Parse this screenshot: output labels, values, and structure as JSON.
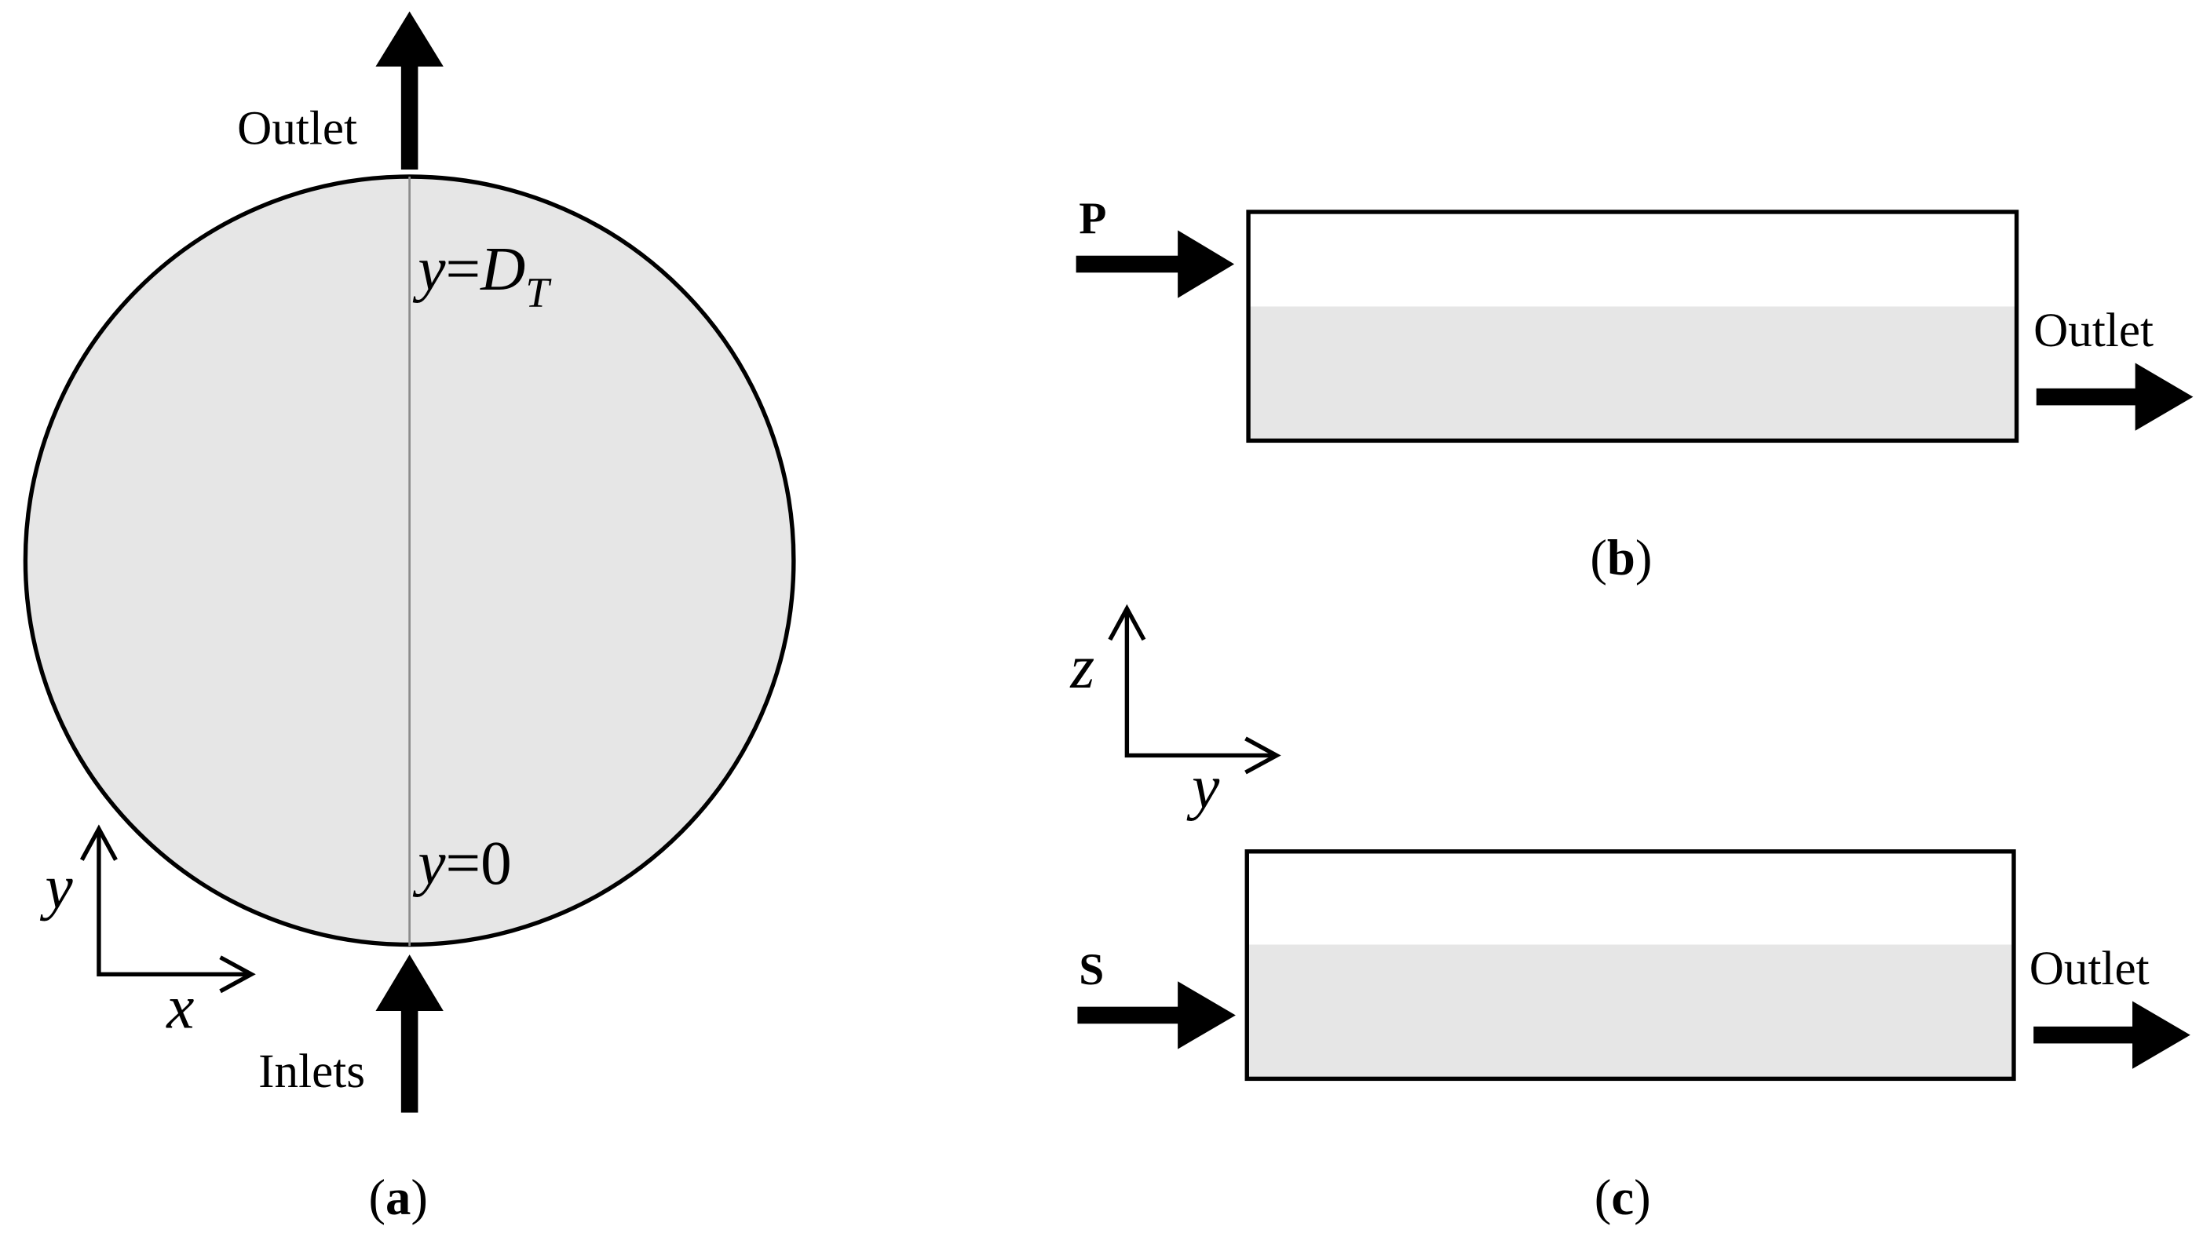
{
  "panel_a": {
    "outlet_label": "Outlet",
    "inlets_label": "Inlets",
    "top_marker": {
      "var": "y",
      "eq": "=",
      "sym": "D",
      "sub": "T"
    },
    "bottom_marker": {
      "var": "y",
      "eq": "=0"
    },
    "axes": {
      "vertical": "y",
      "horizontal": "x"
    },
    "caption": {
      "open": "(",
      "letter": "a",
      "close": ")"
    }
  },
  "panel_b": {
    "inlet_label": "P",
    "outlet_label": "Outlet",
    "caption": {
      "open": "(",
      "letter": "b",
      "close": ")"
    }
  },
  "axes_zy": {
    "vertical": "z",
    "horizontal": "y"
  },
  "panel_c": {
    "inlet_label": "S",
    "outlet_label": "Outlet",
    "caption": {
      "open": "(",
      "letter": "c",
      "close": ")"
    }
  },
  "colors": {
    "fill": "#e6e6e6",
    "stroke": "#000000",
    "centerline": "#8c8c8c",
    "background": "#ffffff"
  }
}
